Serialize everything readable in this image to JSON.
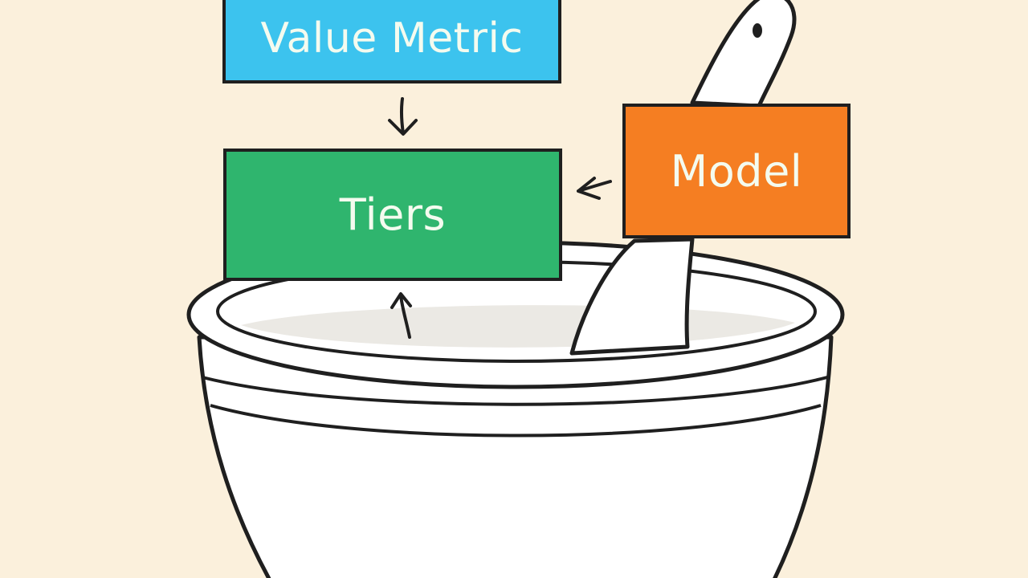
{
  "diagram": {
    "nodes": {
      "value_metric": {
        "label": "Value Metric",
        "color": "#3cc3ee"
      },
      "tiers": {
        "label": "Tiers",
        "color": "#2fb56e"
      },
      "model": {
        "label": "Model",
        "color": "#f57e22"
      }
    },
    "edges": [
      {
        "from": "value_metric",
        "to": "tiers"
      },
      {
        "from": "model",
        "to": "tiers"
      },
      {
        "from": "bowl",
        "to": "tiers"
      }
    ],
    "background": "#fbf0dc",
    "illustration": "mixing-bowl-with-spoon"
  }
}
